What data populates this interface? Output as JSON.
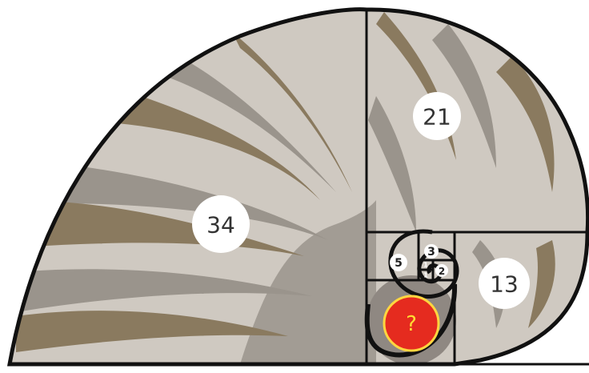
{
  "diagram": {
    "labels": {
      "n34": "34",
      "n21": "21",
      "n13": "13",
      "n5": "5",
      "n3": "3",
      "n2": "2",
      "n1a": "1",
      "n1b": "1",
      "unknown": "?"
    },
    "colors": {
      "shell_base": "#cfc9c1",
      "stripe_dark": "#8a7a5f",
      "stripe_mid": "#9a948c",
      "outline": "#111111",
      "badge": "#ffffff",
      "question_fill": "#e52b1f",
      "question_ring": "#ffd640"
    }
  }
}
